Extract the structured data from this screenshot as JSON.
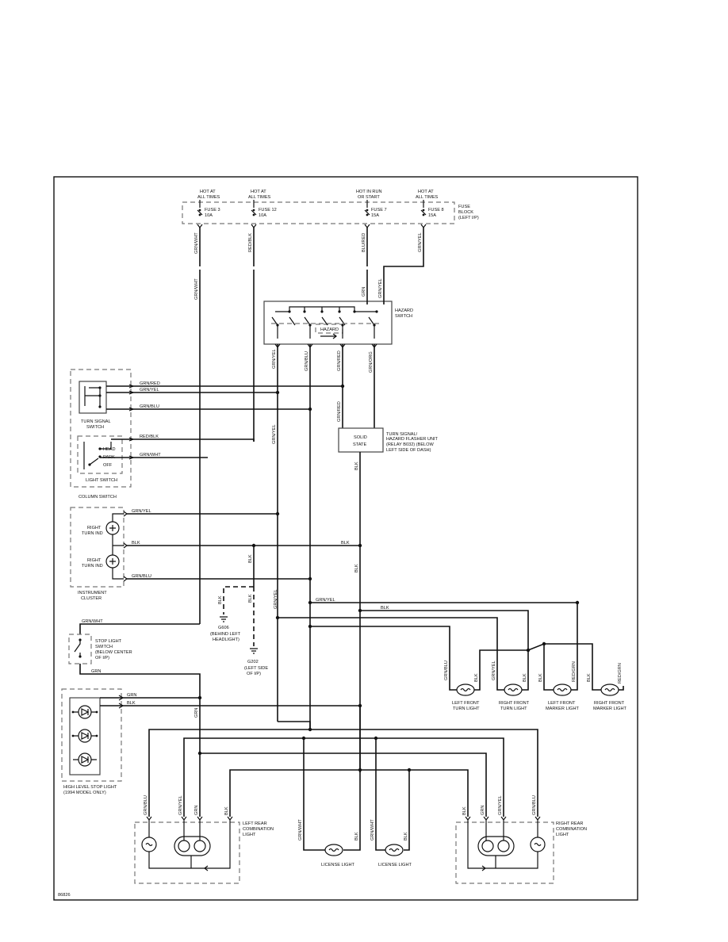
{
  "fuses": [
    {
      "hot": "HOT AT",
      "hot2": "ALL TIMES",
      "fuse": "FUSE 3",
      "amps": "10A"
    },
    {
      "hot": "HOT AT",
      "hot2": "ALL TIMES",
      "fuse": "FUSE 12",
      "amps": "10A"
    },
    {
      "hot": "HOT IN RUN",
      "hot2": "OR START",
      "fuse": "FUSE 7",
      "amps": "15A"
    },
    {
      "hot": "HOT AT",
      "hot2": "ALL TIMES",
      "fuse": "FUSE 8",
      "amps": "15A"
    }
  ],
  "fuse_block": {
    "l1": "FUSE",
    "l2": "BLOCK",
    "l3": "(LEFT I/P)"
  },
  "hazard": {
    "inner": "HAZARD",
    "l1": "HAZARD",
    "l2": "SWITCH"
  },
  "flasher": {
    "box1": "SOLID",
    "box2": "STATE",
    "l1": "TURN SIGNAL/",
    "l2": "HAZARD FLASHER UNIT",
    "l3": "(RELAY B032) (BELOW",
    "l4": "LEFT SIDE OF DASH)"
  },
  "turn_signal_switch": {
    "l1": "TURN SIGNAL",
    "l2": "SWITCH"
  },
  "light_switch": {
    "head": "HEAD",
    "park": "PARK",
    "off": "OFF",
    "label": "LIGHT SWITCH"
  },
  "column_switch": "COLUMN SWITCH",
  "instrument_cluster": {
    "ind1a": "RIGHT",
    "ind1b": "TURN IND",
    "ind2a": "RIGHT",
    "ind2b": "TURN IND",
    "l1": "INSTRUMENT",
    "l2": "CLUSTER"
  },
  "ground_g606": {
    "l1": "G606",
    "l2": "(BEHIND LEFT",
    "l3": "HEADLIGHT)"
  },
  "ground_g202": {
    "l1": "G202",
    "l2": "(LEFT SIDE",
    "l3": "OF I/P)"
  },
  "stop_switch": {
    "l1": "STOP LIGHT",
    "l2": "SWITCH",
    "l3": "(BELOW CENTER",
    "l4": "OF I/P)"
  },
  "high_stop": {
    "l1": "HIGH LEVEL STOP LIGHT",
    "l2": "(1994 MODEL ONLY)"
  },
  "front_lights": [
    {
      "l1": "LEFT FRONT",
      "l2": "TURN LIGHT"
    },
    {
      "l1": "RIGHT FRONT",
      "l2": "TURN LIGHT"
    },
    {
      "l1": "LEFT FRONT",
      "l2": "MARKER LIGHT"
    },
    {
      "l1": "RIGHT FRONT",
      "l2": "MARKER LIGHT"
    }
  ],
  "rear_left": {
    "l1": "LEFT REAR",
    "l2": "COMBINATION",
    "l3": "LIGHT"
  },
  "rear_right": {
    "l1": "RIGHT REAR",
    "l2": "COMBINATION",
    "l3": "LIGHT"
  },
  "license": [
    "LICENSE LIGHT",
    "LICENSE LIGHT"
  ],
  "wires": {
    "fuse3_out": "GRN/WHT",
    "fuse12_out": "RED/BLK",
    "fuse7_out": "BLU/RED",
    "fuse8_out": "GRN/YEL",
    "hz_in1": "GRN",
    "hz_in2": "GRN/YEL",
    "hz_out1": "GRN/YEL",
    "hz_out2": "GRN/BLU",
    "hz_out3": "GRN/RED",
    "hz_out4": "GRN/ORG",
    "sw_red": "GRN/RED",
    "sw_yel": "GRN/YEL",
    "sw_blu": "GRN/BLU",
    "ls_redblk": "RED/BLK",
    "ls_grnwht": "GRN/WHT",
    "fl_in": "GRN/RED",
    "fl_out": "BLK",
    "ic_yel": "GRN/YEL",
    "ic_blk": "BLK",
    "ic_blu": "GRN/BLU",
    "gnd_blk1": "BLK",
    "gnd_blk2": "BLK",
    "vblk_mid": "BLK",
    "vblk_g202": "BLK",
    "long_yel": "GRN/YEL",
    "blk_front": "BLK",
    "front_yel_v": "GRN/YEL",
    "stop_in": "GRN/WHT",
    "stop_out": "GRN",
    "hs_grn": "GRN",
    "hs_blk": "BLK",
    "grn_v": "GRN",
    "lf_blu": "GRN/BLU",
    "lf_blk": "BLK",
    "rf_yel": "GRN/YEL",
    "rf_blk": "BLK",
    "lm_red": "RED/GRN",
    "lm_blk": "BLK",
    "rm_blk": "BLK",
    "rm_red": "RED/GRN",
    "lr_blu": "GRN/BLU",
    "lr_yel": "GRN/YEL",
    "lr_grn": "GRN",
    "lr_blk": "BLK",
    "lic1_a": "GRN/WHT",
    "lic1_b": "BLK",
    "lic2_a": "GRN/WHT",
    "lic2_b": "BLK",
    "rr_blk": "BLK",
    "rr_grn": "GRN",
    "rr_yel": "GRN/YEL",
    "rr_blu": "GRN/BLU"
  },
  "figure_id": "86826"
}
